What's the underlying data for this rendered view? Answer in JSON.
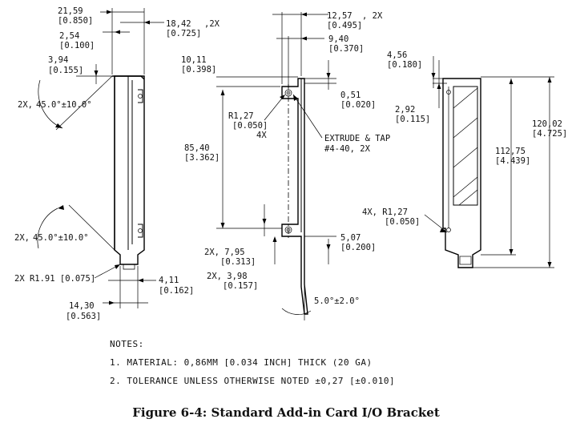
{
  "left_view": {
    "d1": "21,59",
    "d1b": "[0.850]",
    "d2": "18,42",
    "d2x": ",2X",
    "d2b": "[0.725]",
    "d3": "2,54",
    "d3b": "[0.100]",
    "d4": "3,94",
    "d4b": "[0.155]",
    "ang1a": "2X,",
    "ang1b": "45.0°±10.0°",
    "ang2a": "2X,",
    "ang2b": "45.0°±10.0°",
    "rad": "2X R1.91 [0.075]",
    "d5": "4,11",
    "d5b": "[0.162]",
    "d6": "14,30",
    "d6b": "[0.563]"
  },
  "middle_view": {
    "d1": "12,57",
    "d1x": ", 2X",
    "d1b": "[0.495]",
    "d2": "9,40",
    "d2b": "[0.370]",
    "d3": "10,11",
    "d3b": "[0.398]",
    "d4": "0,51",
    "d4b": "[0.020]",
    "rad1": "R1,27",
    "rad1b": "[0.050]",
    "rad1x": "4X",
    "extrude1": "EXTRUDE & TAP",
    "extrude2": "#4-40, 2X",
    "d5": "85,40",
    "d5b": "[3.362]",
    "d6": "2X, 7,95",
    "d6b": "[0.313]",
    "d7": "2X, 3,98",
    "d7b": "[0.157]",
    "d8": "5,07",
    "d8b": "[0.200]",
    "ang": "5.0°±2.0°"
  },
  "right_view": {
    "d1": "4,56",
    "d1b": "[0.180]",
    "d2": "2,92",
    "d2b": "[0.115]",
    "d3": "120,02",
    "d3b": "[4.725]",
    "d4": "112,75",
    "d4b": "[4.439]",
    "rad": "4X, R1,27",
    "radb": "[0.050]"
  },
  "notes": {
    "heading": "NOTES:",
    "n1": "1.  MATERIAL:  0,86MM [0.034 INCH] THICK (20 GA)",
    "n2": "2.  TOLERANCE UNLESS OTHERWISE NOTED ±0,27 [±0.010]"
  },
  "caption": "Figure 6-4:  Standard Add-in Card I/O Bracket"
}
